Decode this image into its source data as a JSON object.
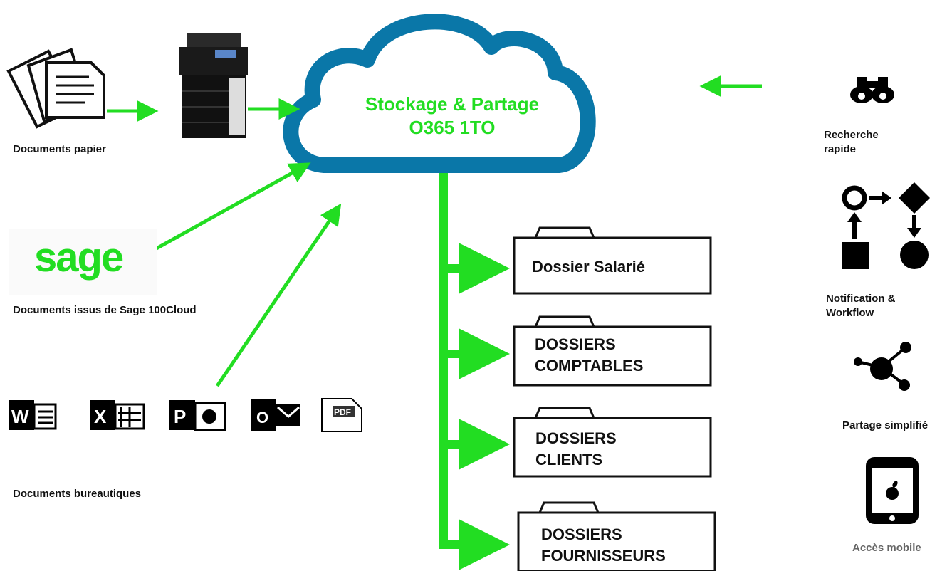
{
  "colors": {
    "arrow": "#22dd22",
    "cloud_border": "#0a77a8",
    "accent_text": "#22dd22",
    "ink": "#111111"
  },
  "cloud": {
    "line1": "Stockage & Partage",
    "line2": "O365 1TO"
  },
  "sources": {
    "paper_label": "Documents papier",
    "sage_logo": "sage",
    "sage_label": "Documents issus de Sage 100Cloud",
    "office_label": "Documents bureautiques",
    "office_icons": [
      "word-icon",
      "excel-icon",
      "powerpoint-icon",
      "outlook-icon",
      "pdf-icon"
    ],
    "pdf_badge": "PDF"
  },
  "folders": [
    {
      "line1": "Dossier Salarié",
      "line2": ""
    },
    {
      "line1": "DOSSIERS",
      "line2": "COMPTABLES"
    },
    {
      "line1": "DOSSIERS",
      "line2": "CLIENTS"
    },
    {
      "line1": "DOSSIERS",
      "line2": "FOURNISSEURS"
    }
  ],
  "features": [
    {
      "line1": "Recherche",
      "line2": "rapide",
      "icon": "binoculars-icon"
    },
    {
      "line1": "Notification &",
      "line2": "Workflow",
      "icon": "workflow-icon"
    },
    {
      "line1": "Partage simplifié",
      "line2": "",
      "icon": "share-icon"
    },
    {
      "line1": "Accès mobile",
      "line2": "",
      "icon": "smartphone-icon"
    }
  ]
}
